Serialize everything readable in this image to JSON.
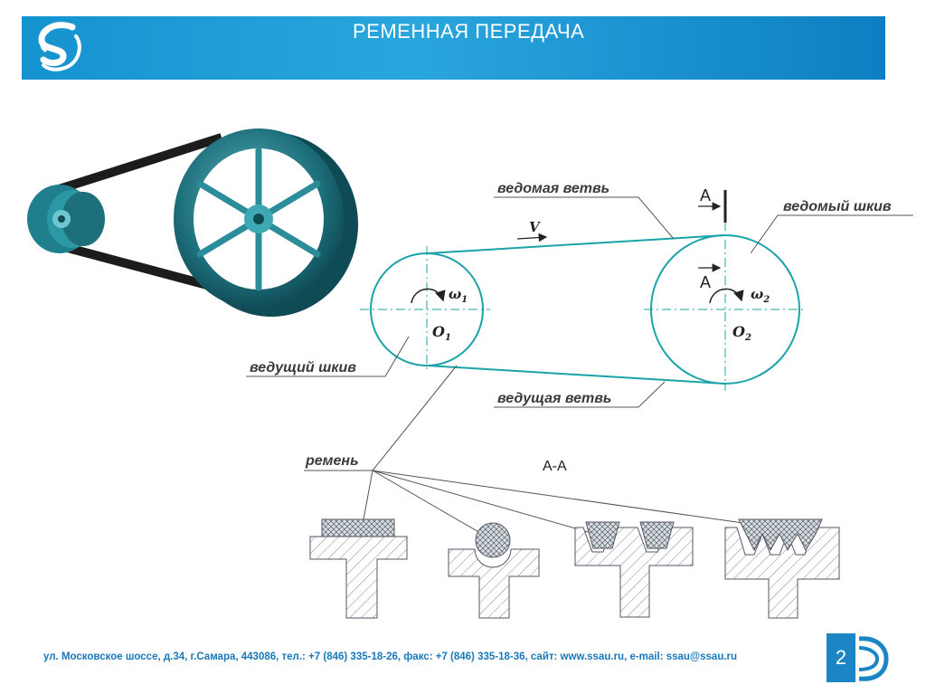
{
  "header": {
    "title": "РЕМЕННАЯ ПЕРЕДАЧА"
  },
  "labels": {
    "driven_branch": "ведомая ветвь",
    "driven_pulley": "ведомый шкив",
    "driving_pulley": "ведущий шкив",
    "driving_branch": "ведущая ветвь",
    "belt": "ремень",
    "section": "А-А",
    "section_mark_top": "А",
    "section_mark_bottom": "А",
    "velocity": "V",
    "omega1_base": "ω",
    "omega1_sub": "1",
    "omega2_base": "ω",
    "omega2_sub": "2",
    "o1_base": "O",
    "o1_sub": "1",
    "o2_base": "O",
    "o2_sub": "2"
  },
  "footer": {
    "contact": "ул. Московское шоссе, д.34, г.Самара, 443086, тел.: +7 (846) 335-18-26, факс: +7 (846) 335-18-36, сайт: www.ssau.ru, e-mail: ssau@ssau.ru",
    "page_number": "2"
  },
  "colors": {
    "header_blue": "#1593cf",
    "diagram_teal": "#1aa3a8",
    "pulley_teal": "#1d6f7c",
    "footer_blue": "#1a78b9"
  }
}
